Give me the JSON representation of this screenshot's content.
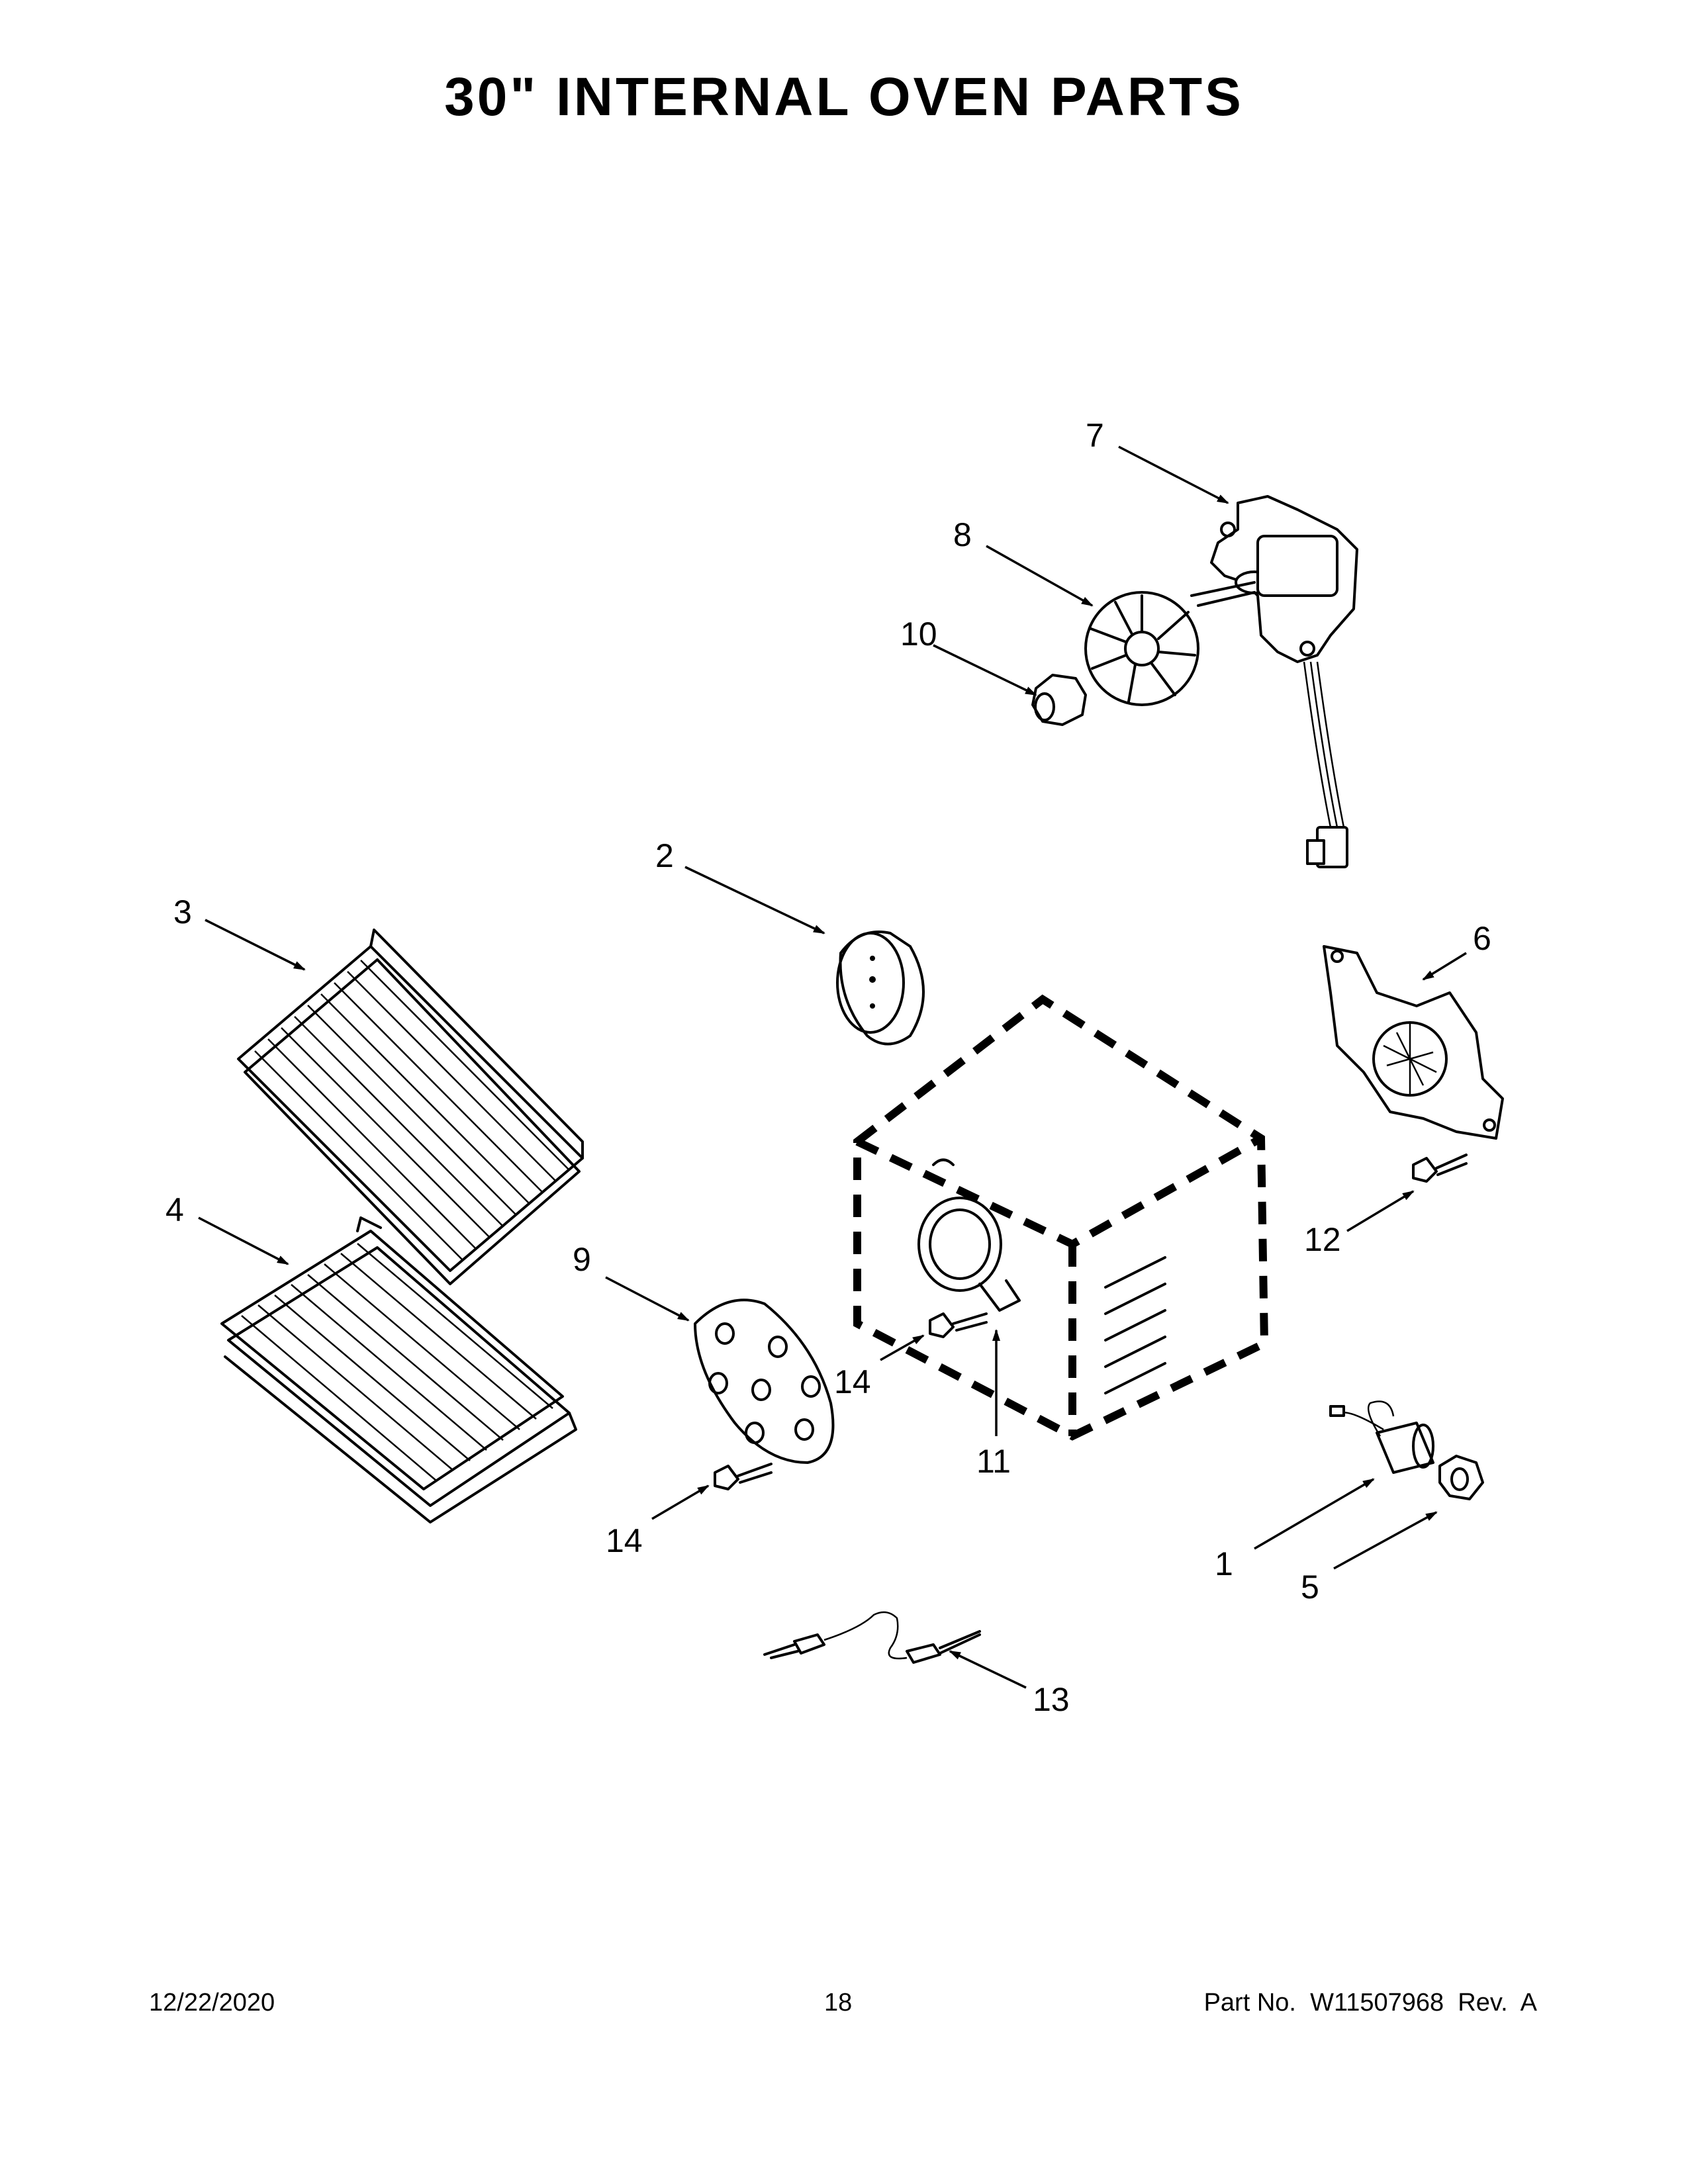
{
  "page_title": "30\" INTERNAL OVEN PARTS",
  "callouts": {
    "c1": "1",
    "c2": "2",
    "c3": "3",
    "c4": "4",
    "c5": "5",
    "c6": "6",
    "c7": "7",
    "c8": "8",
    "c9": "9",
    "c10": "10",
    "c11": "11",
    "c12": "12",
    "c13": "13",
    "c14a": "14",
    "c14b": "14"
  },
  "footer": {
    "date": "12/22/2020",
    "page_number": "18",
    "part_number": "Part No.  W11507968  Rev.  A"
  }
}
